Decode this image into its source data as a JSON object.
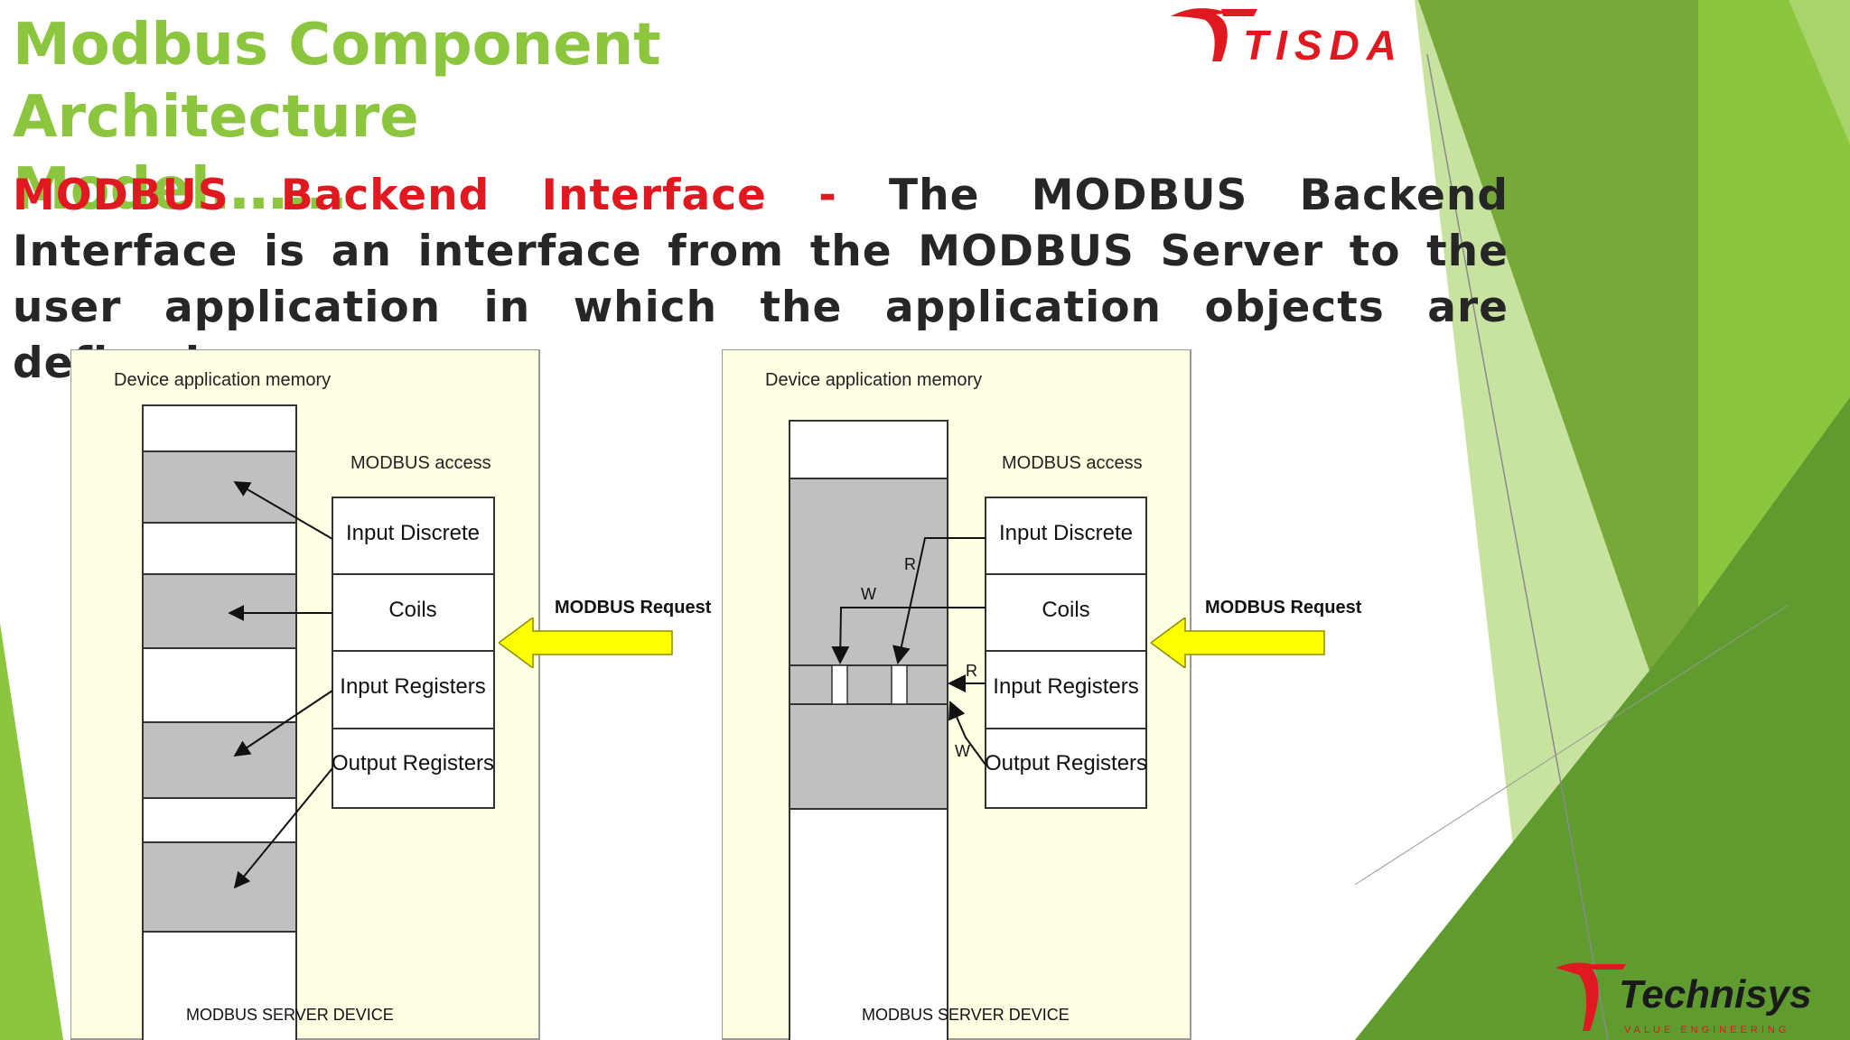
{
  "slide": {
    "title_line1": "Modbus Component Architecture",
    "title_line2": "Model…….",
    "body_highlight": "MODBUS Backend Interface -",
    "body_text": " The MODBUS Backend Interface is an interface from the MODBUS Server to the user application in which the application objects are defined."
  },
  "logos": {
    "top_right": "TISDA",
    "bottom_right": "Technisys",
    "bottom_right_tagline": "VALUE ENGINEERING"
  },
  "diagram_left": {
    "memory_label": "Device application memory",
    "access_label": "MODBUS access",
    "tables": [
      "Input Discrete",
      "Coils",
      "Input Registers",
      "Output Registers"
    ],
    "request_label": "MODBUS Request",
    "device_label": "MODBUS SERVER DEVICE"
  },
  "diagram_right": {
    "memory_label": "Device application memory",
    "access_label": "MODBUS access",
    "tables": [
      "Input Discrete",
      "Coils",
      "Input Registers",
      "Output Registers"
    ],
    "request_label": "MODBUS Request",
    "device_label": "MODBUS SERVER DEVICE",
    "arrow_labels": {
      "read": "R",
      "write": "W"
    }
  },
  "colors": {
    "title_green": "#8cc63f",
    "highlight_red": "#e0181f",
    "panel_bg": "#ffffe3",
    "block_gray": "#c0c0c0",
    "arrow_yellow": "#ffff00"
  }
}
